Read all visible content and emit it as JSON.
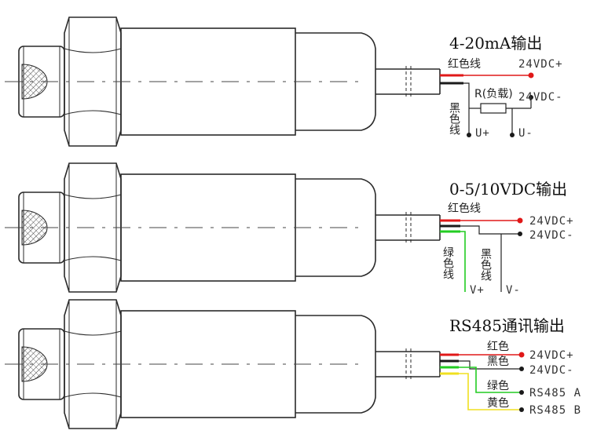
{
  "colors": {
    "red_wire": "#e01818",
    "black_wire": "#1a1a1a",
    "green_wire": "#22cc22",
    "yellow_wire": "#f0e020",
    "outline": "#2a2a2a"
  },
  "sensor_1": {
    "title": "4-20mA输出",
    "red_wire_label": "红色线",
    "black_wire_label": "黑色线",
    "load_resistor_label": "R(负载)",
    "terminal_pos": "24VDC+",
    "terminal_neg": "24VDC-",
    "meter_pos": "U+",
    "meter_neg": "U-"
  },
  "sensor_2": {
    "title": "0-5/10VDC输出",
    "red_wire_label": "红色线",
    "black_wire_label": "黑色线",
    "green_wire_label": "绿色线",
    "terminal_pos": "24VDC+",
    "terminal_neg": "24VDC-",
    "meter_pos": "V+",
    "meter_neg": "V-"
  },
  "sensor_3": {
    "title": "RS485通讯输出",
    "red_label": "红色",
    "black_label": "黑色",
    "green_label": "绿色",
    "yellow_label": "黄色",
    "terminal_pos": "24VDC+",
    "terminal_neg": "24VDC-",
    "terminal_a": "RS485 A",
    "terminal_b": "RS485 B"
  }
}
